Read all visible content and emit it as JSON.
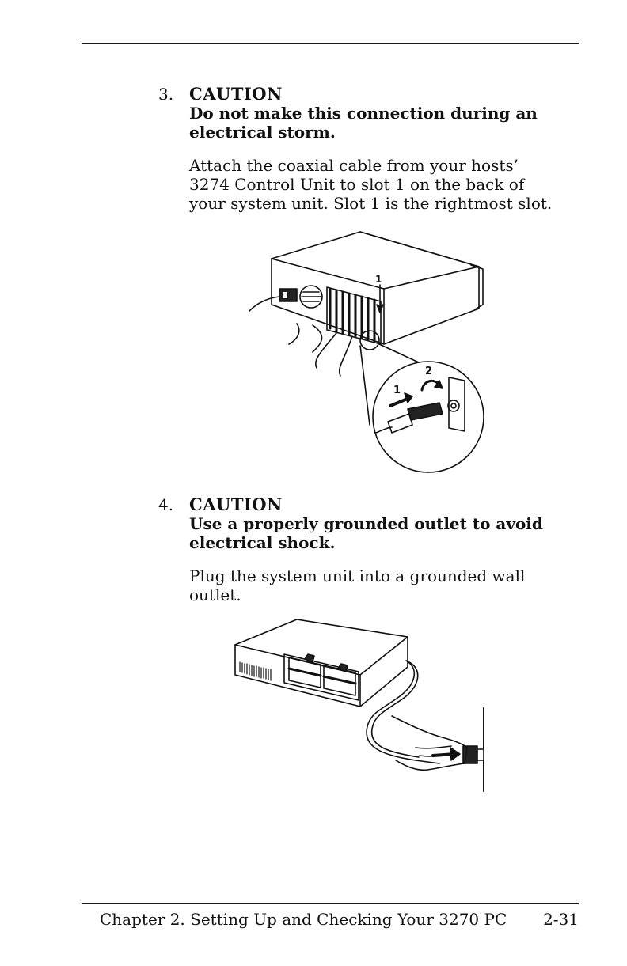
{
  "steps": [
    {
      "number": "3.",
      "caution_heading": "CAUTION",
      "caution_line1": "Do not make this connection during an",
      "caution_line2": "electrical storm.",
      "instruction_lines": [
        "Attach the coaxial cable from your hosts’",
        "3274 Control Unit to slot 1 on the back of",
        "your system unit.  Slot 1 is the rightmost slot."
      ],
      "figure_labels": {
        "slot": "1",
        "push": "1",
        "turn": "2"
      }
    },
    {
      "number": "4.",
      "caution_heading": "CAUTION",
      "caution_line1": "Use a properly grounded outlet to avoid",
      "caution_line2": "electrical shock.",
      "instruction_lines": [
        "Plug the system unit into a grounded wall",
        "outlet."
      ]
    }
  ],
  "footer": {
    "title": "Chapter 2. Setting Up and Checking Your 3270 PC",
    "page": "2-31"
  }
}
